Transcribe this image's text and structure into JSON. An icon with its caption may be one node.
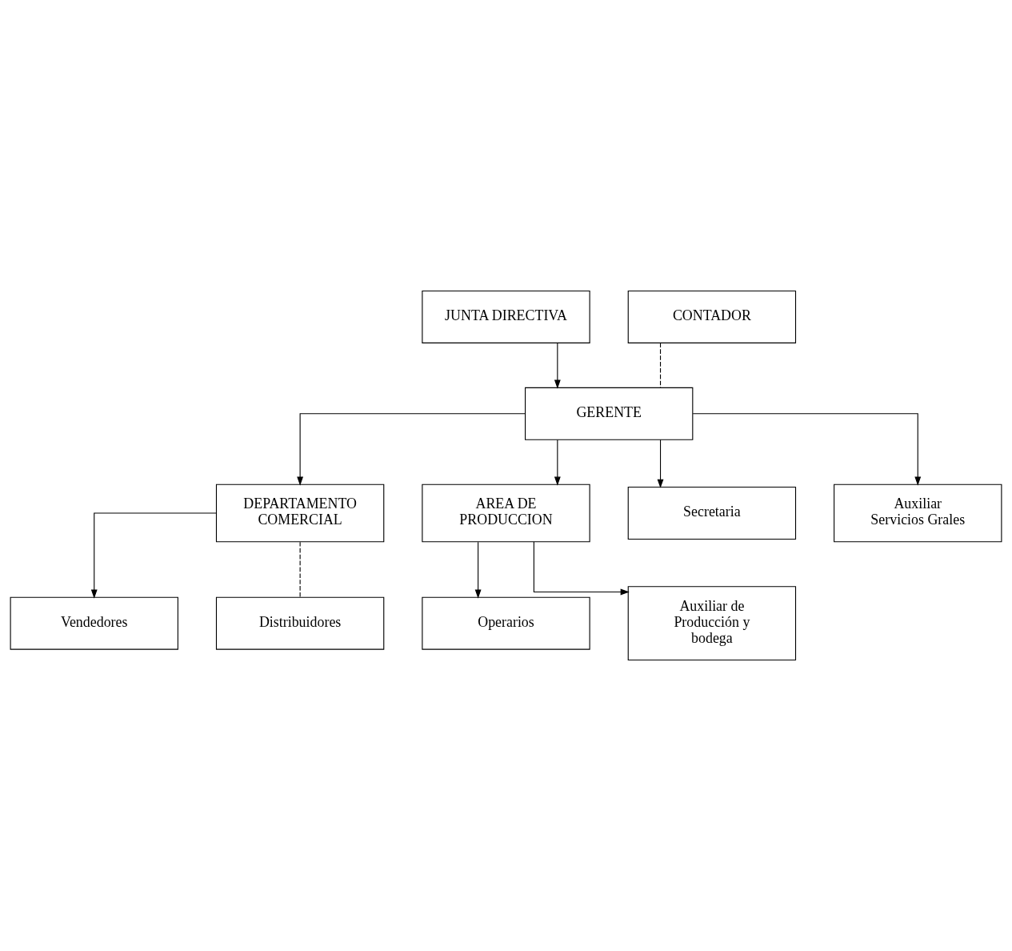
{
  "diagram": {
    "nodes": [
      {
        "text": [
          "JUNTA DIRECTIVA"
        ]
      },
      {
        "text": [
          "GERENTE"
        ]
      },
      {
        "text": [
          "CONTADOR"
        ]
      },
      {
        "text": [
          "DEPARTAMENTO COMERCIAL"
        ]
      },
      {
        "text": [
          "AREA DE PRODUCCION"
        ]
      },
      {
        "text": [
          "Vendedores"
        ]
      },
      {
        "text": [
          "Secretaria"
        ]
      },
      {
        "text": [
          "Operarios"
        ]
      },
      {
        "text": [
          "Distribuidores"
        ]
      },
      {
        "text": [
          "Auxiliar Servicios Grales"
        ]
      },
      {
        "text": [
          "Auxiliar de Producción y bodega"
        ]
      }
    ],
    "edges": [
      {
        "from": 0,
        "to": 1,
        "arrow": "to"
      },
      {
        "from": 2,
        "to": 1,
        "arrow": "none",
        "style": "dashed"
      },
      {
        "from": 1,
        "to": 3,
        "arrow": "to"
      },
      {
        "from": 1,
        "to": 6,
        "arrow": "to"
      },
      {
        "from": 1,
        "to": 9,
        "arrow": "to"
      },
      {
        "from": 1,
        "to": 4,
        "arrow": "to"
      },
      {
        "from": 3,
        "to": 5,
        "arrow": "to"
      },
      {
        "from": 3,
        "to": 8,
        "arrow": "none",
        "style": "dashed"
      },
      {
        "from": 4,
        "to": 7,
        "arrow": "to"
      },
      {
        "from": 4,
        "to": 10,
        "arrow": "to"
      }
    ]
  }
}
